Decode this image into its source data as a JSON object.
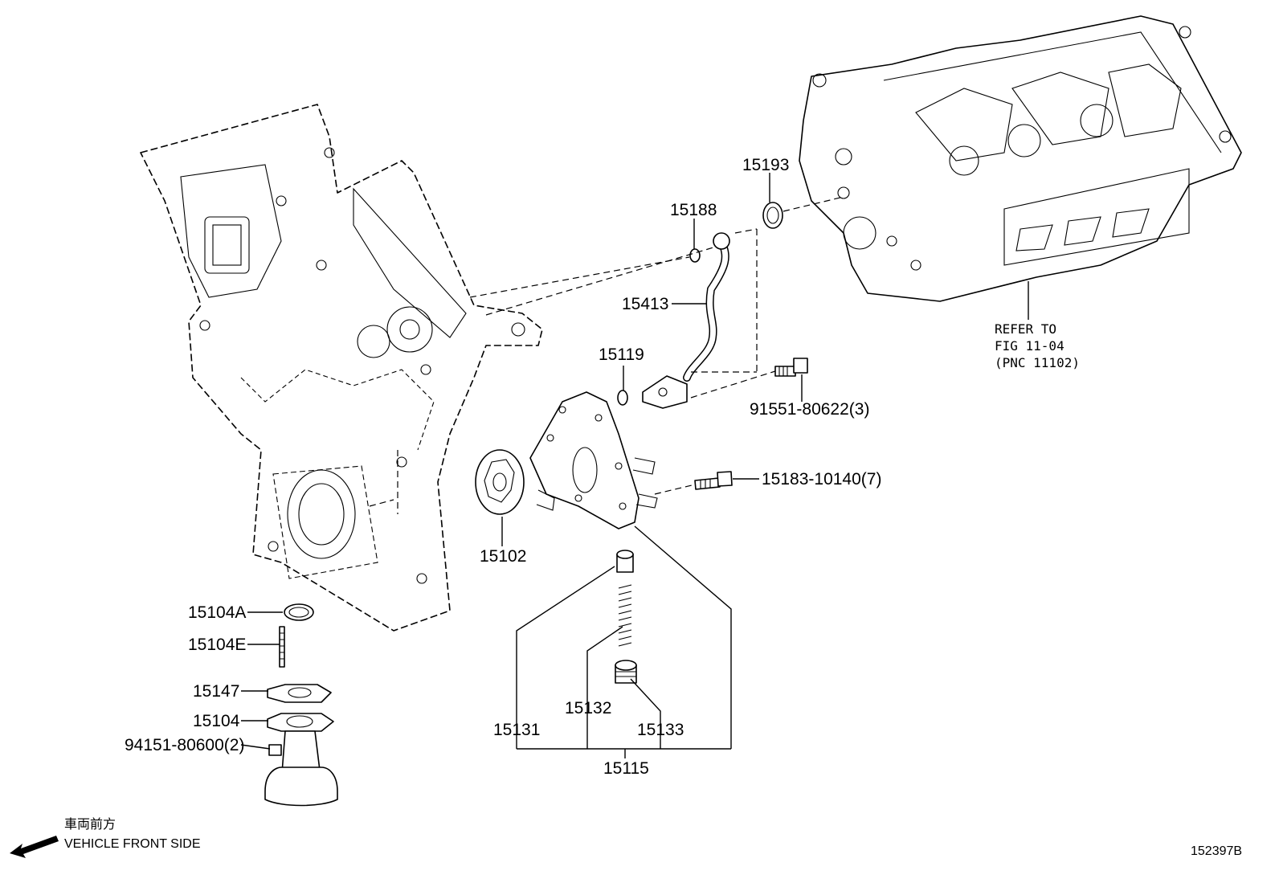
{
  "labels": {
    "p15193": "15193",
    "p15188": "15188",
    "p15413": "15413",
    "p15119": "15119",
    "p91551": "91551-80622(3)",
    "p15183": "15183-10140(7)",
    "p15102": "15102",
    "p15104a": "15104A",
    "p15104e": "15104E",
    "p15147": "15147",
    "p15104": "15104",
    "p94151": "94151-80600(2)",
    "p15132": "15132",
    "p15133": "15133",
    "p15131": "15131",
    "p15115": "15115"
  },
  "refer": {
    "line1": "REFER TO",
    "line2": "FIG 11-04",
    "line3": "(PNC 11102)"
  },
  "direction": {
    "japanese": "車両前方",
    "english": "VEHICLE FRONT SIDE"
  },
  "figure_id": "152397B"
}
